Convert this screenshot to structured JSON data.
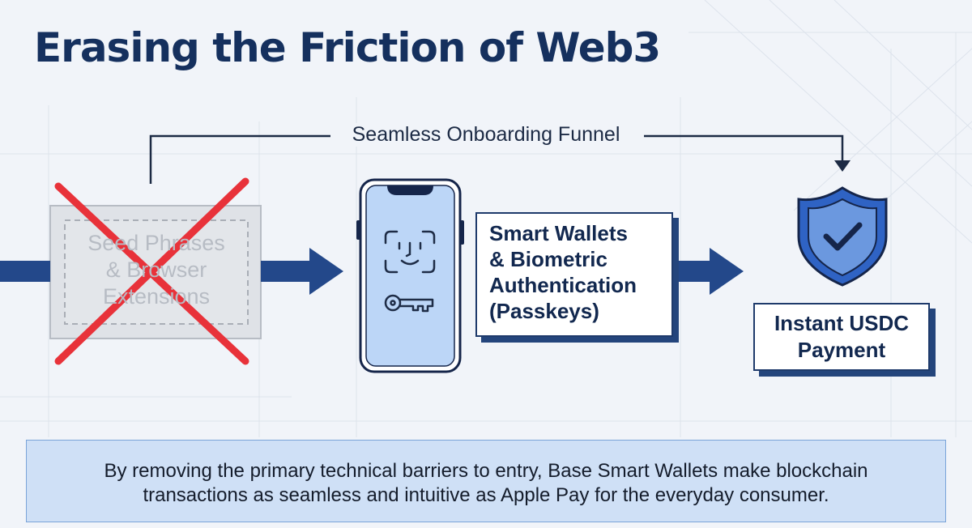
{
  "title": "Erasing the Friction of Web3",
  "funnel_label": "Seamless Onboarding Funnel",
  "crossed_out": {
    "lines": [
      "Seed Phrases",
      "& Browser",
      "Extensions"
    ]
  },
  "smart_wallet": {
    "lines": [
      "Smart Wallets",
      "& Biometric",
      "Authentication",
      "(Passkeys)"
    ]
  },
  "payment": {
    "lines": [
      "Instant USDC",
      "Payment"
    ]
  },
  "summary": {
    "lines": [
      "By removing the primary technical barriers to entry, Base Smart Wallets make blockchain",
      "transactions as seamless and intuitive as Apple Pay for the everyday consumer."
    ]
  },
  "colors": {
    "navy": "#15305e",
    "arrow_blue": "#23488a",
    "cross_red": "#e8323a",
    "phone_screen": "#bcd6f7",
    "shield_blue": "#2f63c4",
    "summary_bg": "#cfe0f6"
  },
  "icons": [
    "face-id-icon",
    "key-icon",
    "shield-check-icon"
  ]
}
